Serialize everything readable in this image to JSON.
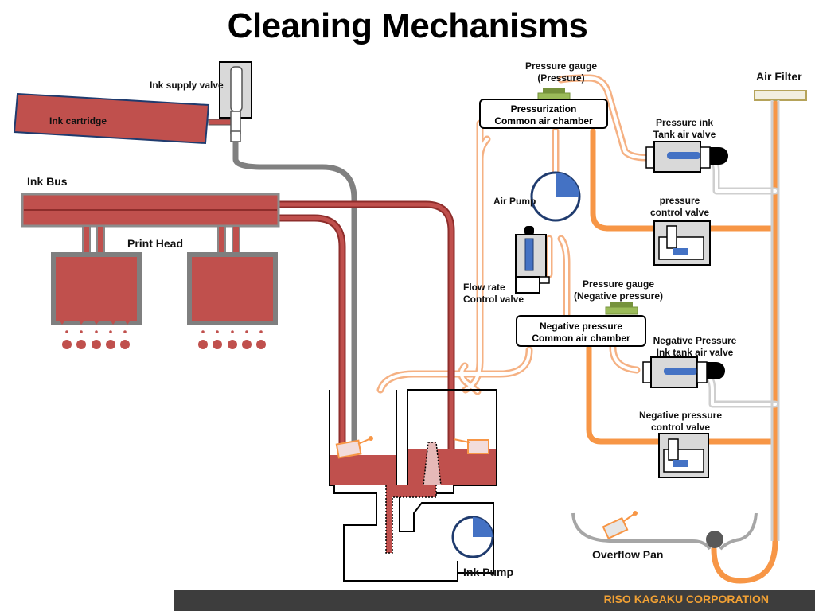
{
  "title": "Cleaning Mechanisms",
  "labels": {
    "ink_supply_valve": "Ink supply valve",
    "ink_cartridge": "Ink cartridge",
    "ink_bus": "Ink Bus",
    "print_head": "Print Head",
    "pressure_gauge_top_1": "Pressure gauge",
    "pressure_gauge_top_2": "(Pressure)",
    "air_filter": "Air Filter",
    "pressurization_1": "Pressurization",
    "pressurization_2": "Common air chamber",
    "pressure_ink_tank_valve_1": "Pressure ink",
    "pressure_ink_tank_valve_2": "Tank air valve",
    "air_pump": "Air Pump",
    "pressure_control_valve_1": "pressure",
    "pressure_control_valve_2": "control valve",
    "flow_rate_1": "Flow rate",
    "flow_rate_2": "Control valve",
    "pressure_gauge_neg_1": "Pressure gauge",
    "pressure_gauge_neg_2": "(Negative pressure)",
    "negative_chamber_1": "Negative pressure",
    "negative_chamber_2": "Common air chamber",
    "neg_tank_valve_1": "Negative Pressure",
    "neg_tank_valve_2": "Ink tank air valve",
    "neg_control_valve_1": "Negative pressure",
    "neg_control_valve_2": "control valve",
    "overflow_pan": "Overflow Pan",
    "ink_pump": "Ink Pump"
  },
  "footer": "RISO KAGAKU CORPORATION",
  "colors": {
    "ink": "#c0504d",
    "ink_dark": "#8e2d2b",
    "tube_gray": "#808080",
    "air_line": "#f79646",
    "valve_blue": "#4472c4",
    "gauge_green": "#9bbb59",
    "footer_bg": "#3d3d3d",
    "footer_text": "#f2a134"
  }
}
